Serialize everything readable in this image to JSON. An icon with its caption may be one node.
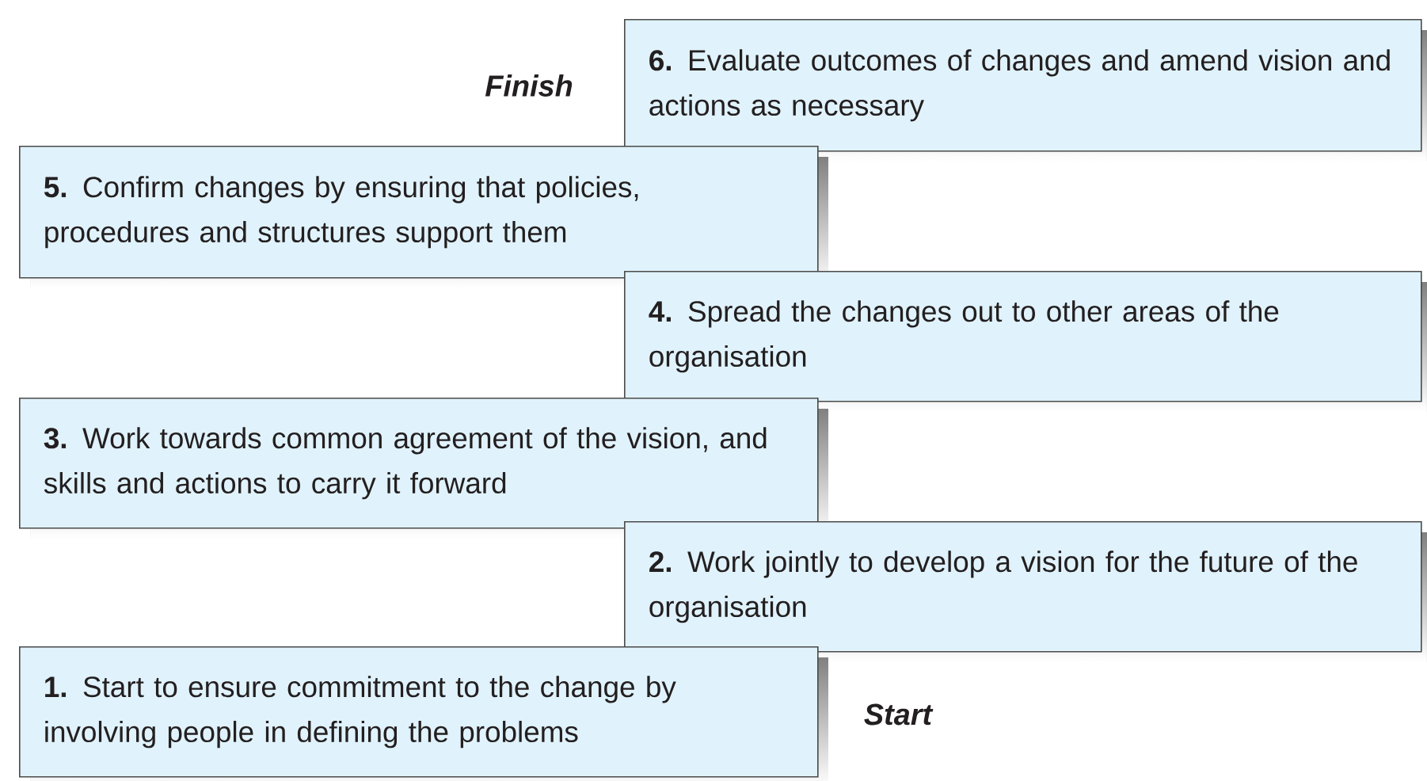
{
  "diagram": {
    "nodes": [
      {
        "text": [
          "**6.** Evaluate outcomes of changes and amend vision and actions as necessary"
        ]
      },
      {
        "text": [
          "**5.** Confirm changes by ensuring that policies, procedures and structures support them"
        ]
      },
      {
        "text": [
          "**4.** Spread the changes out to other areas of the organisation"
        ]
      },
      {
        "text": [
          "**3.** Work towards common agreement of the vision, and skills and actions to carry it forward"
        ]
      },
      {
        "text": [
          "**2.** Work jointly to develop a vision for the future of the organisation"
        ]
      },
      {
        "text": [
          "**1.** Start to ensure commitment to the change by involving people in defining the problems"
        ]
      }
    ],
    "labels": [
      "Finish",
      "Start"
    ]
  }
}
